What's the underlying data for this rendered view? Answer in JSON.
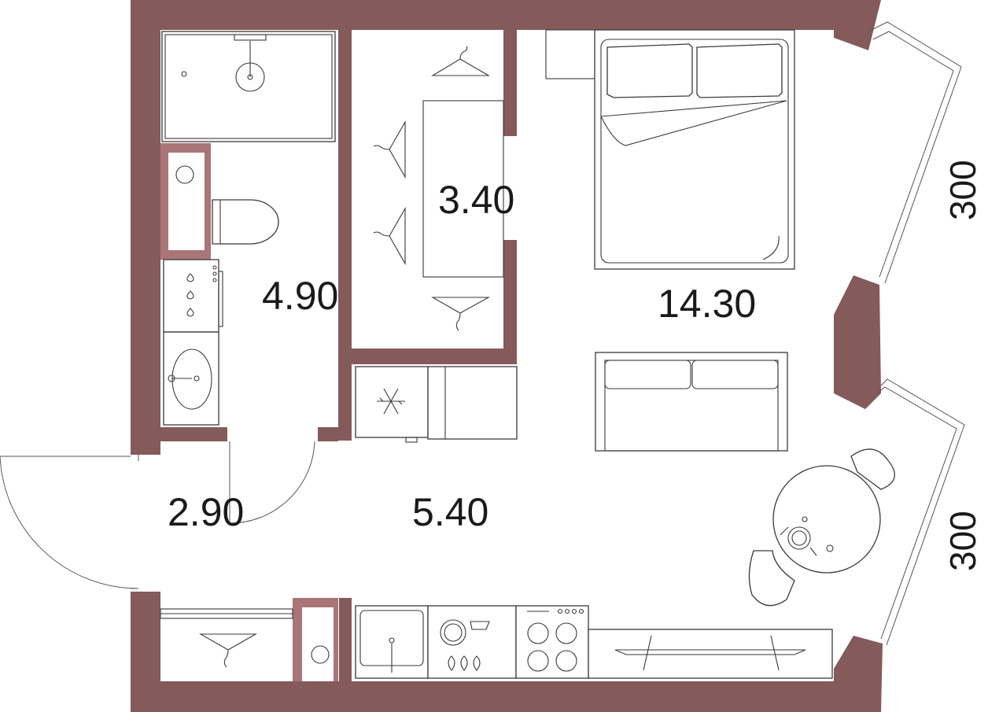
{
  "rooms": {
    "bathroom": {
      "area": "4.90"
    },
    "wardrobe": {
      "area": "3.40"
    },
    "living_room": {
      "area": "14.30"
    },
    "hallway": {
      "area": "2.90"
    },
    "kitchen": {
      "area": "5.40"
    }
  },
  "dimensions": {
    "balcony_upper": "300",
    "balcony_lower": "300"
  },
  "colors": {
    "wall": "#845a5b",
    "wall_light": "#a97577",
    "line": "#3a3a3a"
  },
  "icons": [
    "shower-icon",
    "toilet-icon",
    "sink-icon",
    "washing-machine-icon",
    "hanger-icon",
    "fridge-icon",
    "bed-icon",
    "sofa-icon",
    "dining-table-icon",
    "chair-icon",
    "dishwasher-icon",
    "cooktop-icon",
    "front-door-icon"
  ]
}
